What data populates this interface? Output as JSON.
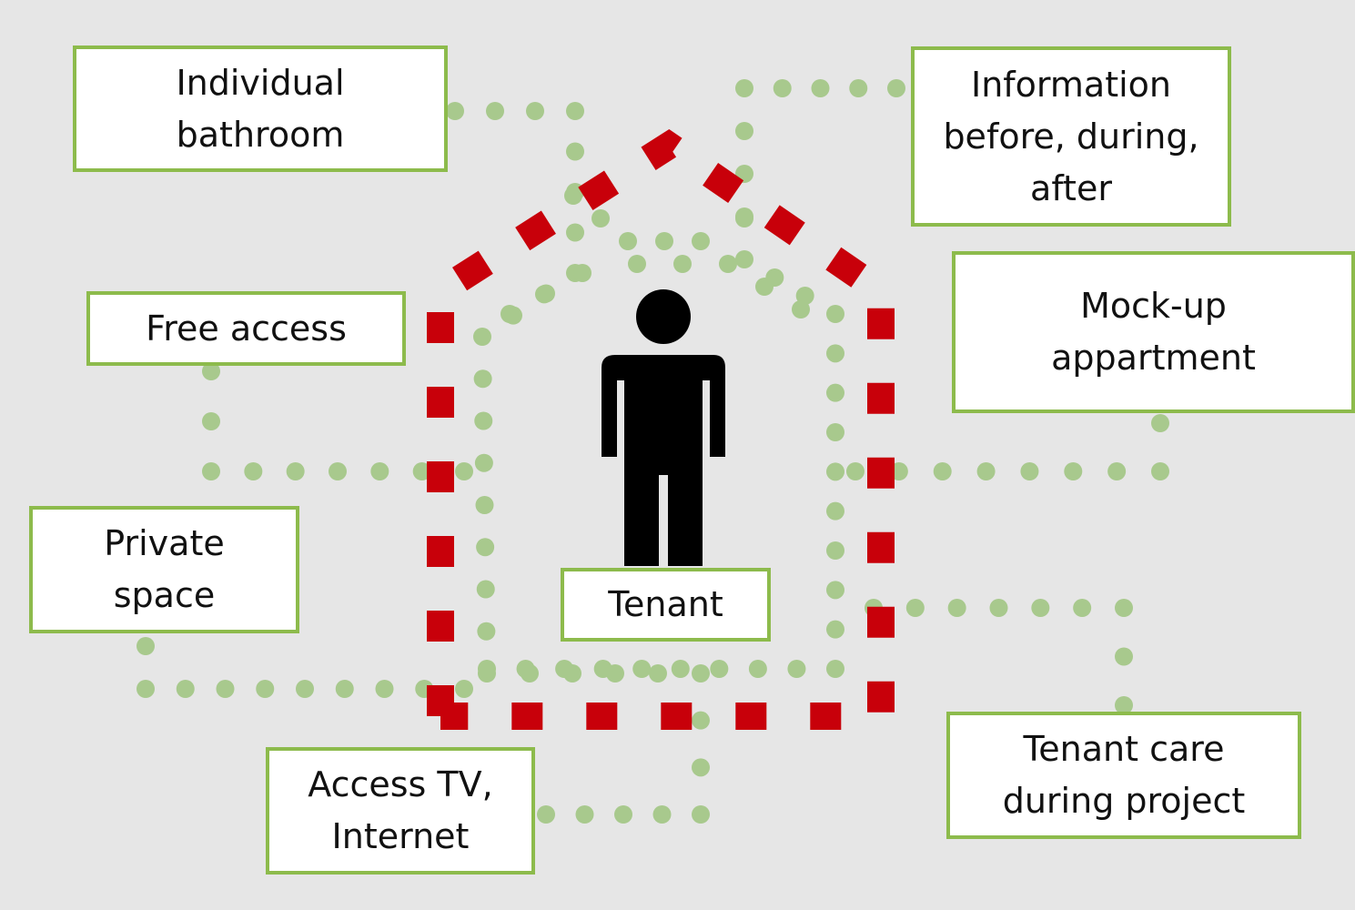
{
  "colors": {
    "background": "#e6e6e6",
    "house_dash": "#c8000a",
    "path_dot": "#a8c98d",
    "box_border": "#8dbb4c",
    "figure": "#000000"
  },
  "icons": {
    "tenant": "person-icon",
    "house": "house-outline-icon"
  },
  "labels": {
    "individual_bathroom": "Individual\nbathroom",
    "information": "Information\nbefore, during,\nafter",
    "free_access": "Free access",
    "mock_up": "Mock-up\nappartment",
    "private_space": "Private\nspace",
    "tenant": "Tenant",
    "access_tv": "Access TV,\nInternet",
    "tenant_care": "Tenant care\nduring project"
  }
}
